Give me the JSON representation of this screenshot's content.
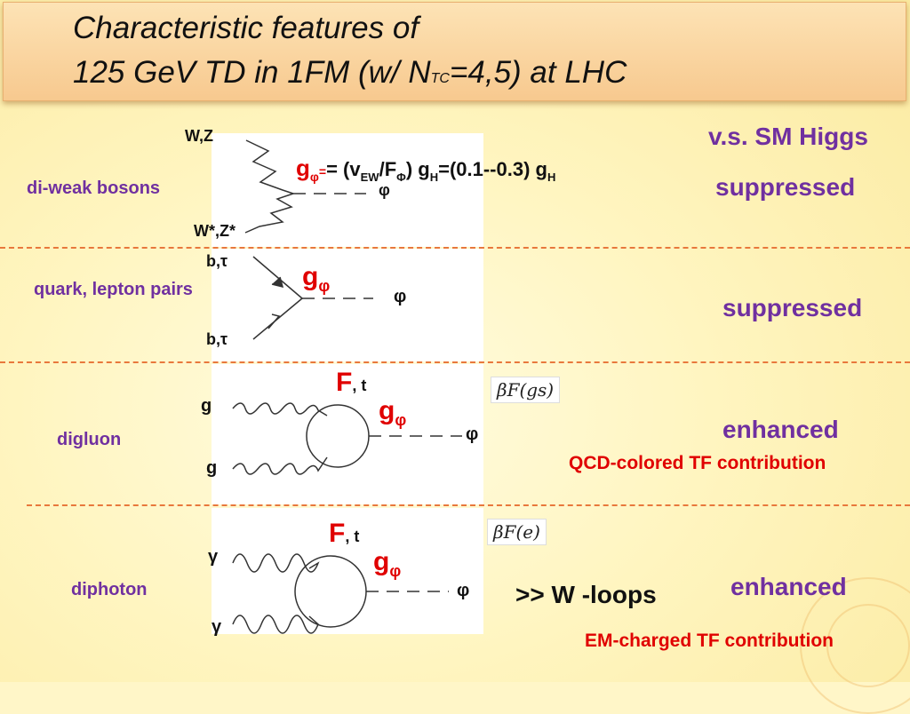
{
  "title": {
    "line1": "Characteristic  features of",
    "line2_pre": "125  GeV  TD  in 1FM (w/  N",
    "line2_sub": "TC",
    "line2_post": "=4,5) at  LHC"
  },
  "row1": {
    "category": "di-weak bosons",
    "leg_top": "W,Z",
    "leg_bottom": "W*,Z*",
    "phi": "φ",
    "coupling": {
      "g": "g",
      "g_sub": "φ",
      "eq": "= (v",
      "ew_sub": "EW",
      "slash": "/F",
      "f_sub": "Φ",
      "close": ") g",
      "h_sub": "H",
      "range": "=(0.1--0.3) g",
      "h_sub2": "H"
    },
    "vs": "v.s.  SM Higgs",
    "verdict": "suppressed"
  },
  "row2": {
    "category": "quark, lepton pairs",
    "leg_top": "b,τ",
    "leg_bottom": "b,τ",
    "coupling_g": "g",
    "coupling_sub": "φ",
    "phi": "φ",
    "verdict": "suppressed"
  },
  "row3": {
    "category": "digluon",
    "leg_top": "g",
    "leg_bottom": "g",
    "loop_F": "F",
    "loop_t": ", t",
    "coupling_g": "g",
    "coupling_sub": "φ",
    "phi": "φ",
    "beta": "βF(gs)",
    "verdict": "enhanced",
    "note": "QCD-colored  TF contribution"
  },
  "row4": {
    "category": "diphoton",
    "leg_top": "γ",
    "leg_bottom": "γ",
    "loop_F": "F",
    "loop_t": ", t",
    "coupling_g": "g",
    "coupling_sub": "φ",
    "phi": "φ",
    "beta": "βF(e)",
    "wloops": ">>  W -loops",
    "verdict": "enhanced",
    "note": "EM-charged TF contribution"
  }
}
